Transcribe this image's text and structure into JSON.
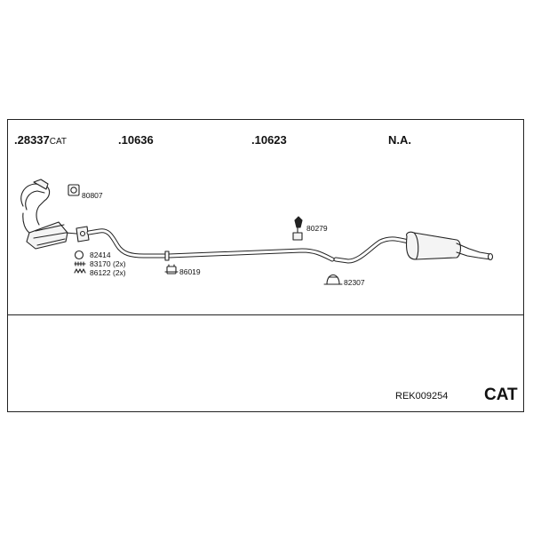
{
  "header": {
    "segments": [
      {
        "prefix": ".28337",
        "suffix": "CAT"
      },
      {
        "prefix": ".10636",
        "suffix": ""
      },
      {
        "prefix": ".10623",
        "suffix": ""
      },
      {
        "prefix": "N.A.",
        "suffix": ""
      }
    ]
  },
  "parts": {
    "p80807": "80807",
    "p80279": "80279",
    "p82414": "82414",
    "p83170": "83170 (2x)",
    "p86122": "86122 (2x)",
    "p86019": "86019",
    "p82307": "82307"
  },
  "footer": {
    "reference": "REK009254",
    "type": "CAT"
  },
  "colors": {
    "line": "#222222",
    "pipe_fill": "#f4f4f4"
  }
}
